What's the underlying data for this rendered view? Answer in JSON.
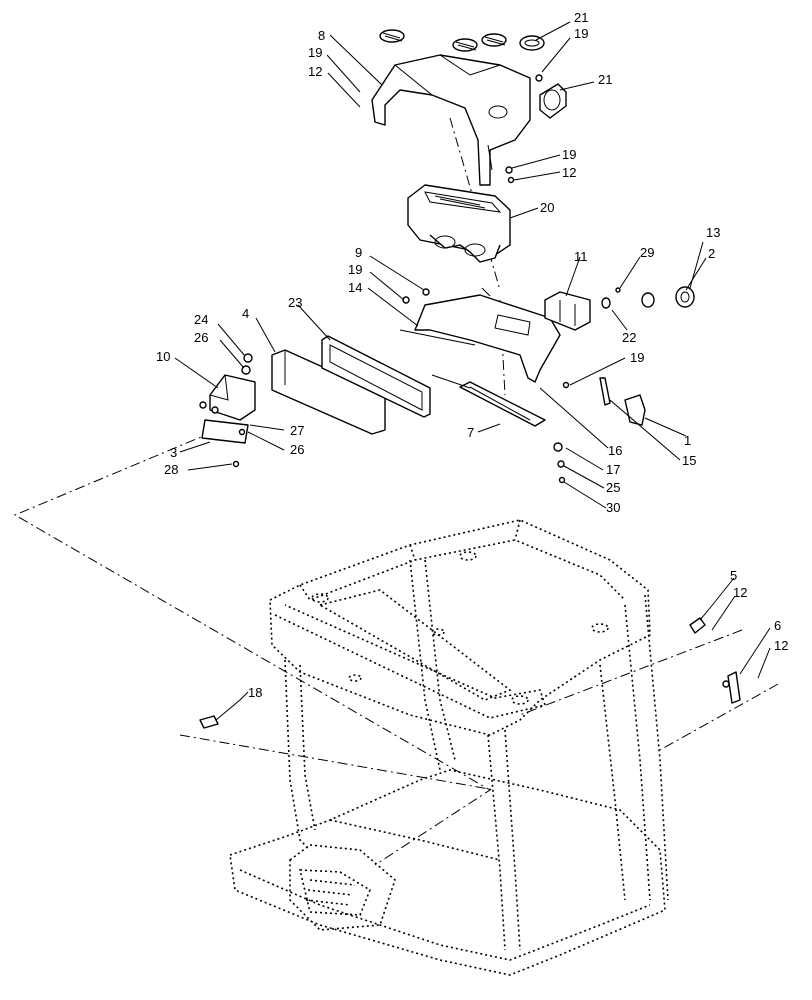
{
  "callouts": [
    {
      "id": "c21a",
      "label": "21"
    },
    {
      "id": "c19a",
      "label": "19"
    },
    {
      "id": "c8",
      "label": "8"
    },
    {
      "id": "c19b",
      "label": "19"
    },
    {
      "id": "c12a",
      "label": "12"
    },
    {
      "id": "c21b",
      "label": "21"
    },
    {
      "id": "c19c",
      "label": "19"
    },
    {
      "id": "c12b",
      "label": "12"
    },
    {
      "id": "c20",
      "label": "20"
    },
    {
      "id": "c9",
      "label": "9"
    },
    {
      "id": "c19d",
      "label": "19"
    },
    {
      "id": "c14",
      "label": "14"
    },
    {
      "id": "c11",
      "label": "11"
    },
    {
      "id": "c29",
      "label": "29"
    },
    {
      "id": "c13",
      "label": "13"
    },
    {
      "id": "c2",
      "label": "2"
    },
    {
      "id": "c23",
      "label": "23"
    },
    {
      "id": "c4",
      "label": "4"
    },
    {
      "id": "c24",
      "label": "24"
    },
    {
      "id": "c26a",
      "label": "26"
    },
    {
      "id": "c22",
      "label": "22"
    },
    {
      "id": "c10",
      "label": "10"
    },
    {
      "id": "c19e",
      "label": "19"
    },
    {
      "id": "c1",
      "label": "1"
    },
    {
      "id": "c15",
      "label": "15"
    },
    {
      "id": "c7",
      "label": "7"
    },
    {
      "id": "c16",
      "label": "16"
    },
    {
      "id": "c27",
      "label": "27"
    },
    {
      "id": "c3",
      "label": "3"
    },
    {
      "id": "c26b",
      "label": "26"
    },
    {
      "id": "c17",
      "label": "17"
    },
    {
      "id": "c28",
      "label": "28"
    },
    {
      "id": "c25",
      "label": "25"
    },
    {
      "id": "c30",
      "label": "30"
    },
    {
      "id": "c5",
      "label": "5"
    },
    {
      "id": "c12c",
      "label": "12"
    },
    {
      "id": "c6",
      "label": "6"
    },
    {
      "id": "c12d",
      "label": "12"
    },
    {
      "id": "c18",
      "label": "18"
    }
  ]
}
